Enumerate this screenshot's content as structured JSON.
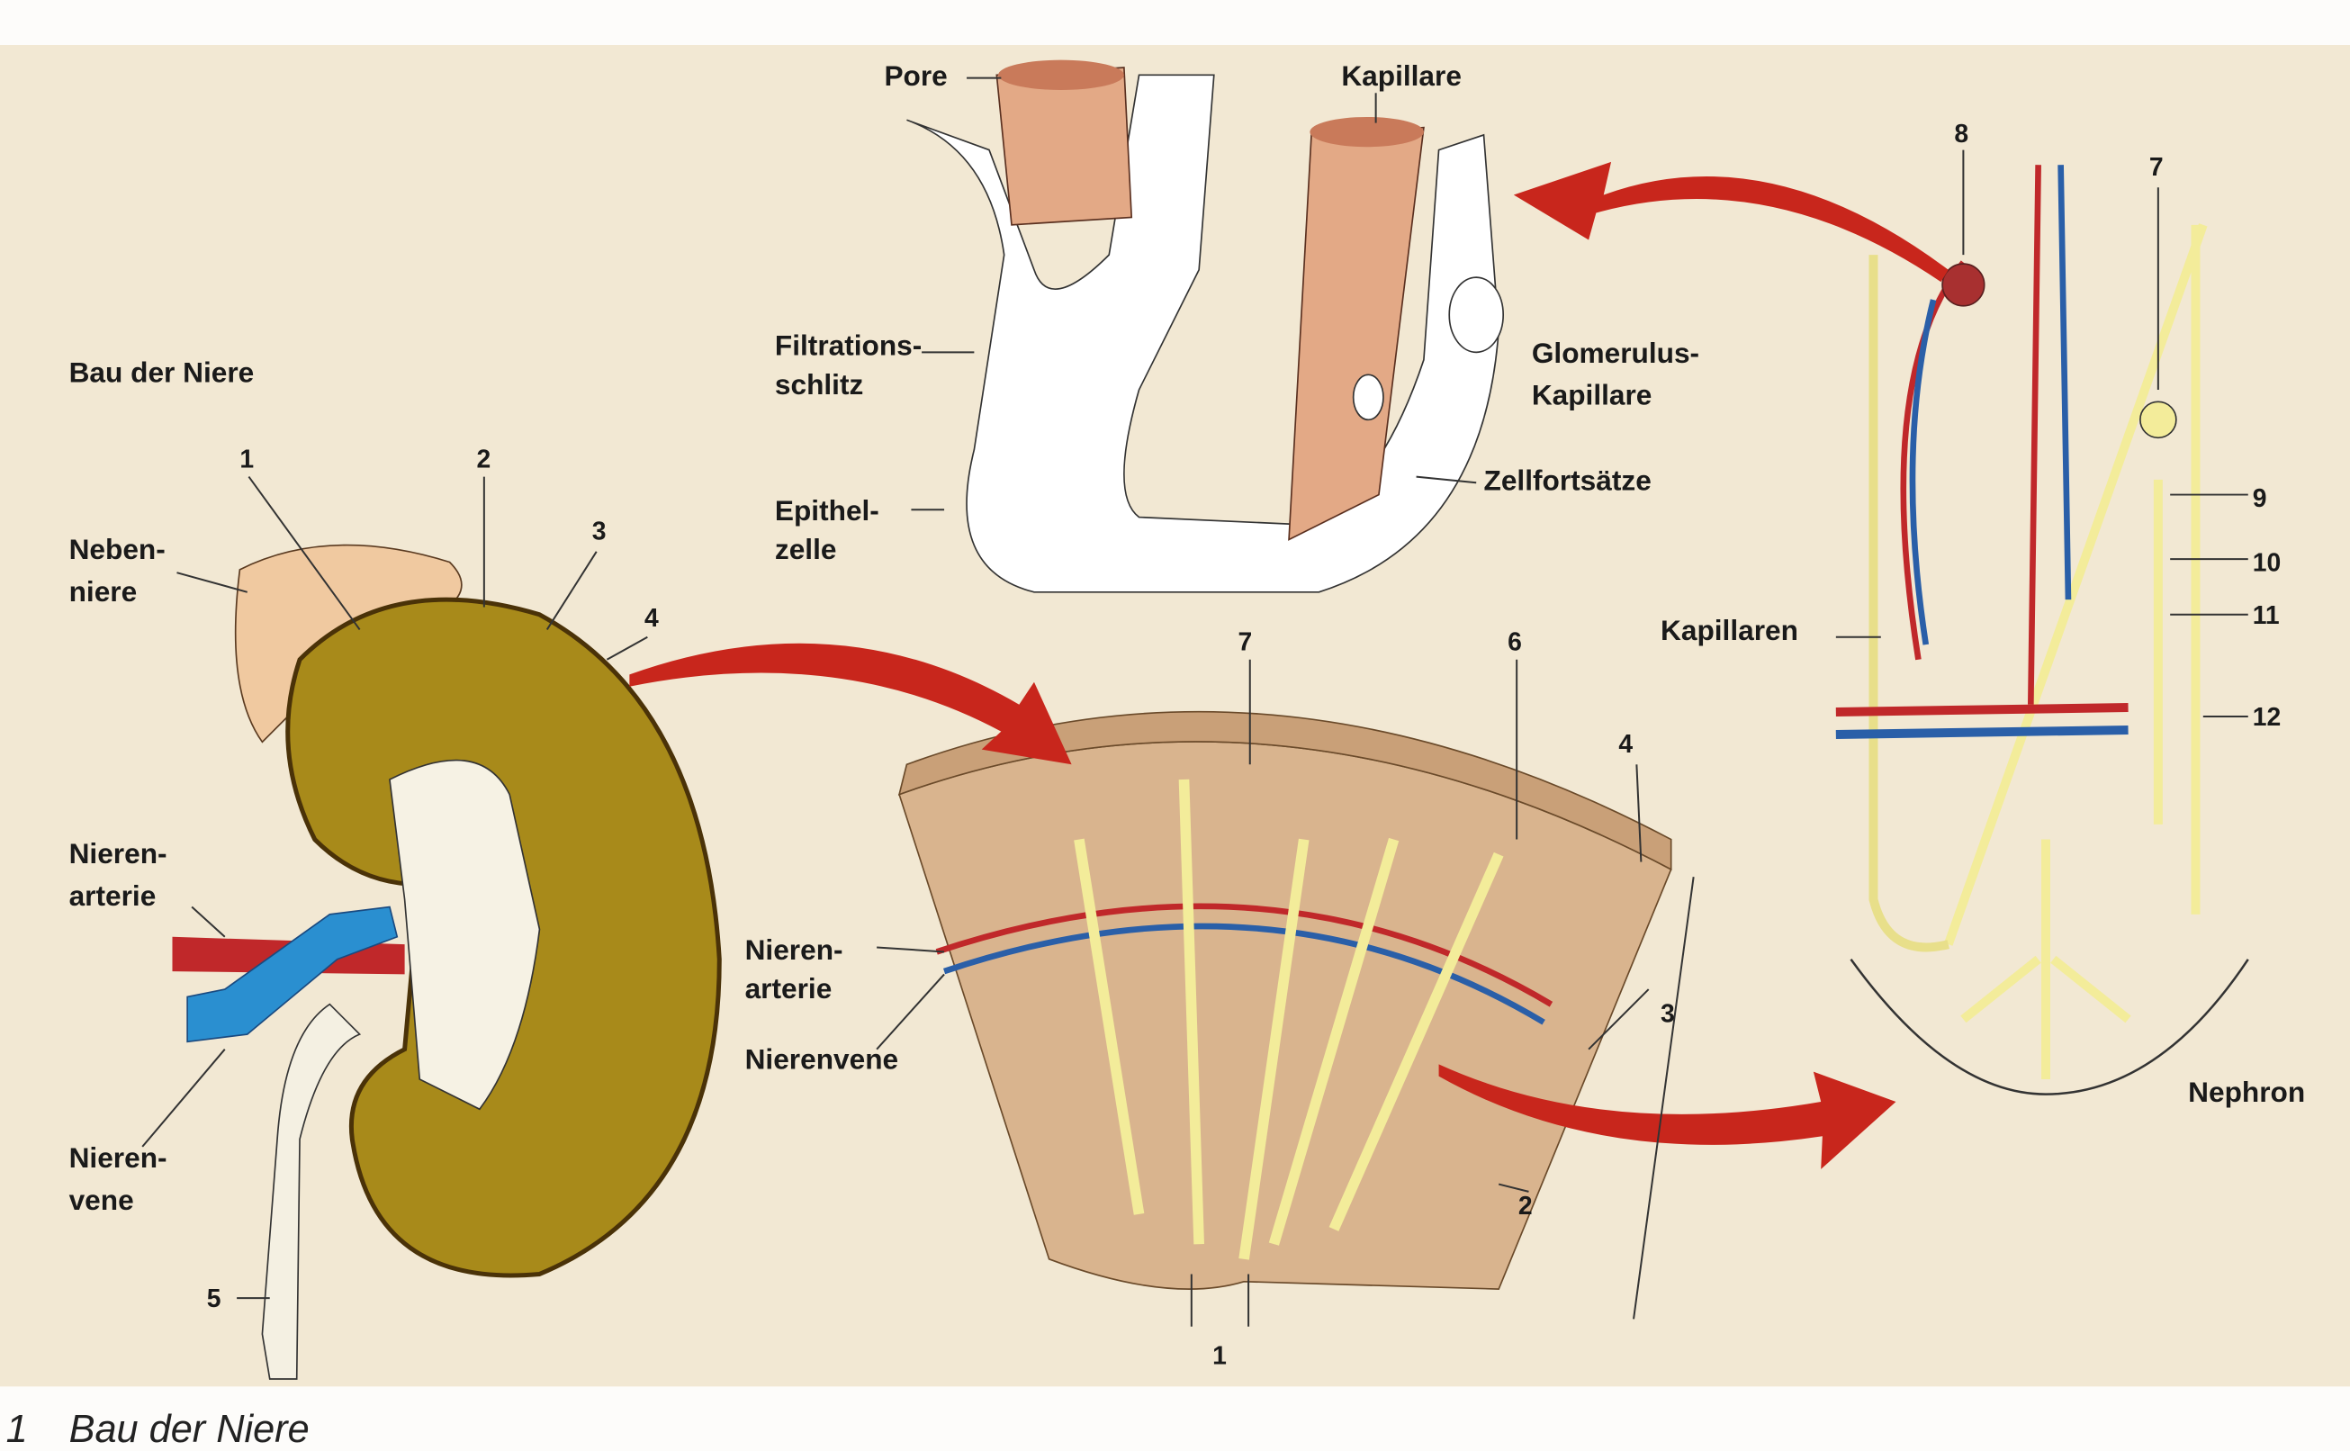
{
  "figure": {
    "title": "Bau der Niere",
    "caption_number": "1",
    "caption_text": "Bau der Niere"
  },
  "kidney": {
    "labels": {
      "nebenniere_1": "Neben-",
      "nebenniere_2": "niere",
      "arterie_1": "Nieren-",
      "arterie_2": "arterie",
      "vene_1": "Nieren-",
      "vene_2": "vene"
    },
    "numbers": [
      "1",
      "2",
      "3",
      "4",
      "5"
    ]
  },
  "glomerulus_detail": {
    "pore": "Pore",
    "kapillare": "Kapillare",
    "filtration_1": "Filtrations-",
    "filtration_2": "schlitz",
    "epithel_1": "Epithel-",
    "epithel_2": "zelle",
    "glomerulus_1": "Glomerulus-",
    "glomerulus_2": "Kapillare",
    "zellfortsaetze": "Zellfortsätze"
  },
  "section": {
    "arterie_1": "Nieren-",
    "arterie_2": "arterie",
    "vene": "Nierenvene",
    "numbers": {
      "n7": "7",
      "n6": "6",
      "n4": "4",
      "n3": "3",
      "n2": "2",
      "n1": "1"
    }
  },
  "nephron": {
    "title": "Nephron",
    "kapillaren": "Kapillaren",
    "numbers": {
      "n8": "8",
      "n7": "7",
      "n9": "9",
      "n10": "10",
      "n11": "11",
      "n12": "12"
    }
  },
  "colors": {
    "background": "#f2e8d3",
    "arrow": "#c8261c",
    "artery": "#c0282a",
    "vein": "#2a5fa8",
    "kidney": "#a88a1a",
    "tubule": "#f3ec9a"
  }
}
